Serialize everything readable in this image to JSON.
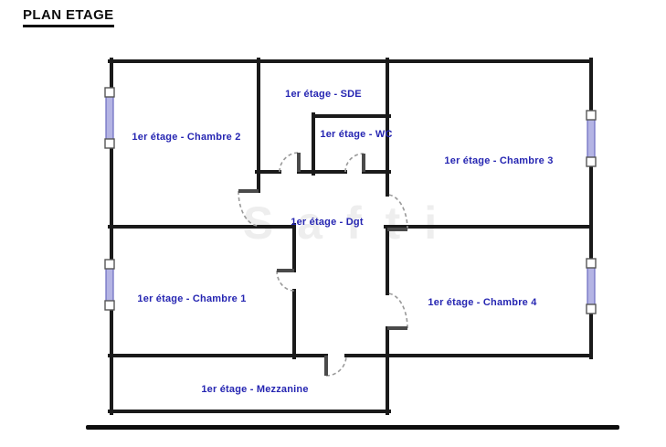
{
  "page": {
    "title": "PLAN ETAGE"
  },
  "floorplan": {
    "watermark": "Safti",
    "labels": {
      "chambre2": "1er étage - Chambre 2",
      "sde": "1er étage - SDE",
      "wc": "1er étage - WC",
      "chambre3": "1er étage - Chambre 3",
      "dgt": "1er étage - Dgt",
      "chambre1": "1er étage - Chambre 1",
      "chambre4": "1er étage - Chambre 4",
      "mezzanine": "1er étage - Mezzanine"
    },
    "colors": {
      "wall": "#1a1a1a",
      "room_label": "#2626b2",
      "window_fill": "#b4b4e4",
      "window_border": "#6a6ac0",
      "door_arc": "#9a9a9a"
    }
  }
}
